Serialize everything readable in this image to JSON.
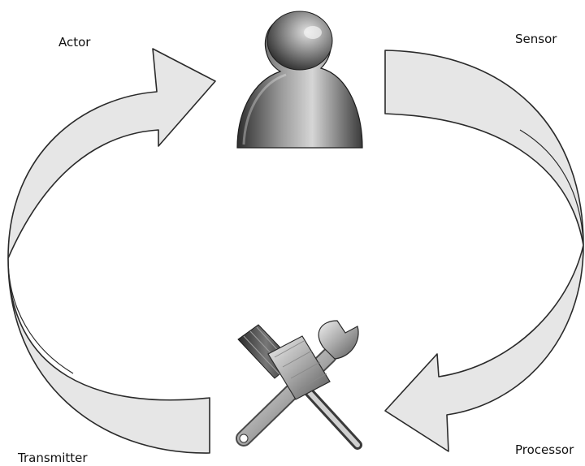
{
  "labels": {
    "actor": "Actor",
    "sensor": "Sensor",
    "transmitter": "Transmitter",
    "processor": "Processor"
  },
  "icons": {
    "person": "person-icon",
    "tools": "wrench-screwdriver-icon"
  },
  "colors": {
    "arrow_fill": "#e6e6e6",
    "arrow_stroke": "#2a2a2a",
    "figure_dark": "#3a3a3a",
    "figure_light": "#c9c9c9"
  }
}
